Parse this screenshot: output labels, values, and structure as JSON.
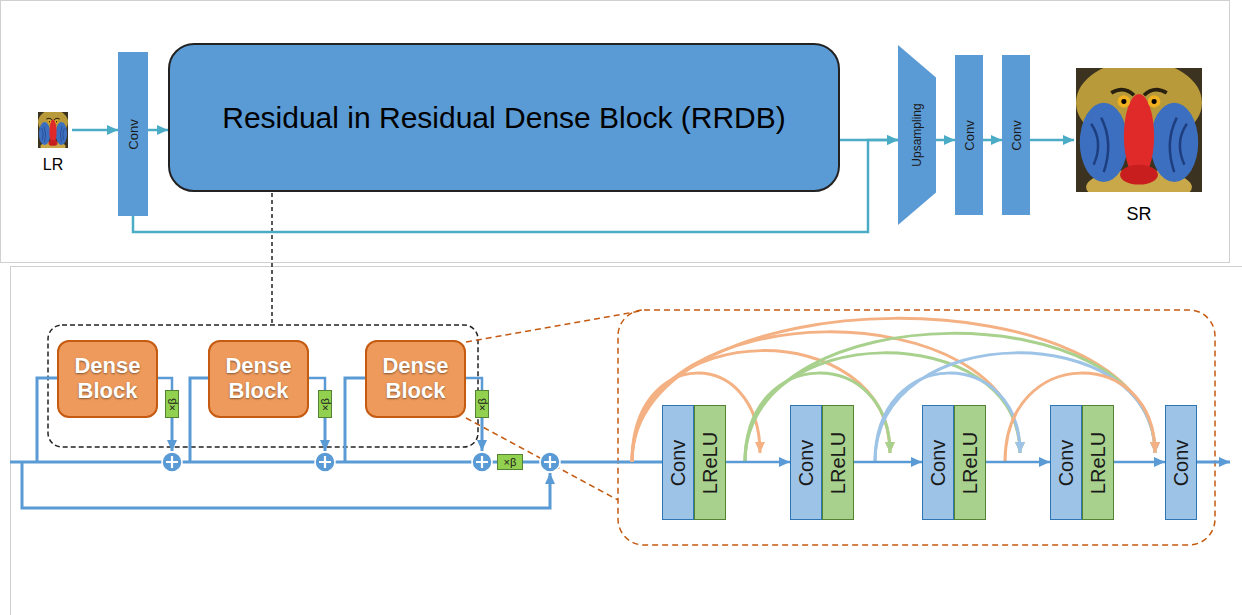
{
  "diagram": {
    "nodes": [
      {
        "text": [
          "LR"
        ]
      },
      {
        "text": [
          "Conv"
        ]
      },
      {
        "text": [
          "Residual in Residual Dense Block (RRDB)"
        ]
      },
      {
        "text": [
          "Upsampling"
        ]
      },
      {
        "text": [
          "Conv"
        ]
      },
      {
        "text": [
          "Conv"
        ]
      },
      {
        "text": [
          "SR"
        ]
      },
      {
        "text": [
          "Dense Block"
        ]
      },
      {
        "text": [
          "×β"
        ]
      },
      {
        "text": [
          "Dense Block"
        ]
      },
      {
        "text": [
          "×β"
        ]
      },
      {
        "text": [
          "Dense Block"
        ]
      },
      {
        "text": [
          "×β"
        ]
      },
      {
        "text": [
          "×β"
        ]
      },
      {
        "text": [
          "Conv"
        ]
      },
      {
        "text": [
          "LReLU"
        ]
      },
      {
        "text": [
          "Conv"
        ]
      },
      {
        "text": [
          "LReLU"
        ]
      },
      {
        "text": [
          "Conv"
        ]
      },
      {
        "text": [
          "LReLU"
        ]
      },
      {
        "text": [
          "Conv"
        ]
      },
      {
        "text": [
          "LReLU"
        ]
      },
      {
        "text": [
          "Conv"
        ]
      }
    ],
    "edges": [
      {
        "from": 0,
        "to": 1,
        "arrow": "to"
      },
      {
        "from": 1,
        "to": 2,
        "arrow": "to"
      },
      {
        "from": 2,
        "to": 3,
        "arrow": "to"
      },
      {
        "from": 3,
        "to": 4,
        "arrow": "to"
      },
      {
        "from": 4,
        "to": 5,
        "arrow": "to"
      },
      {
        "from": 5,
        "to": 6,
        "arrow": "to"
      },
      {
        "from": 1,
        "to": 3,
        "arrow": "to"
      },
      {
        "from": 7,
        "to": 8,
        "arrow": "none"
      },
      {
        "from": 9,
        "to": 10,
        "arrow": "none"
      },
      {
        "from": 11,
        "to": 12,
        "arrow": "none"
      },
      {
        "from": 15,
        "to": 16,
        "arrow": "to"
      },
      {
        "from": 17,
        "to": 18,
        "arrow": "to"
      },
      {
        "from": 19,
        "to": 20,
        "arrow": "to"
      },
      {
        "from": 21,
        "to": 22,
        "arrow": "to"
      }
    ]
  }
}
